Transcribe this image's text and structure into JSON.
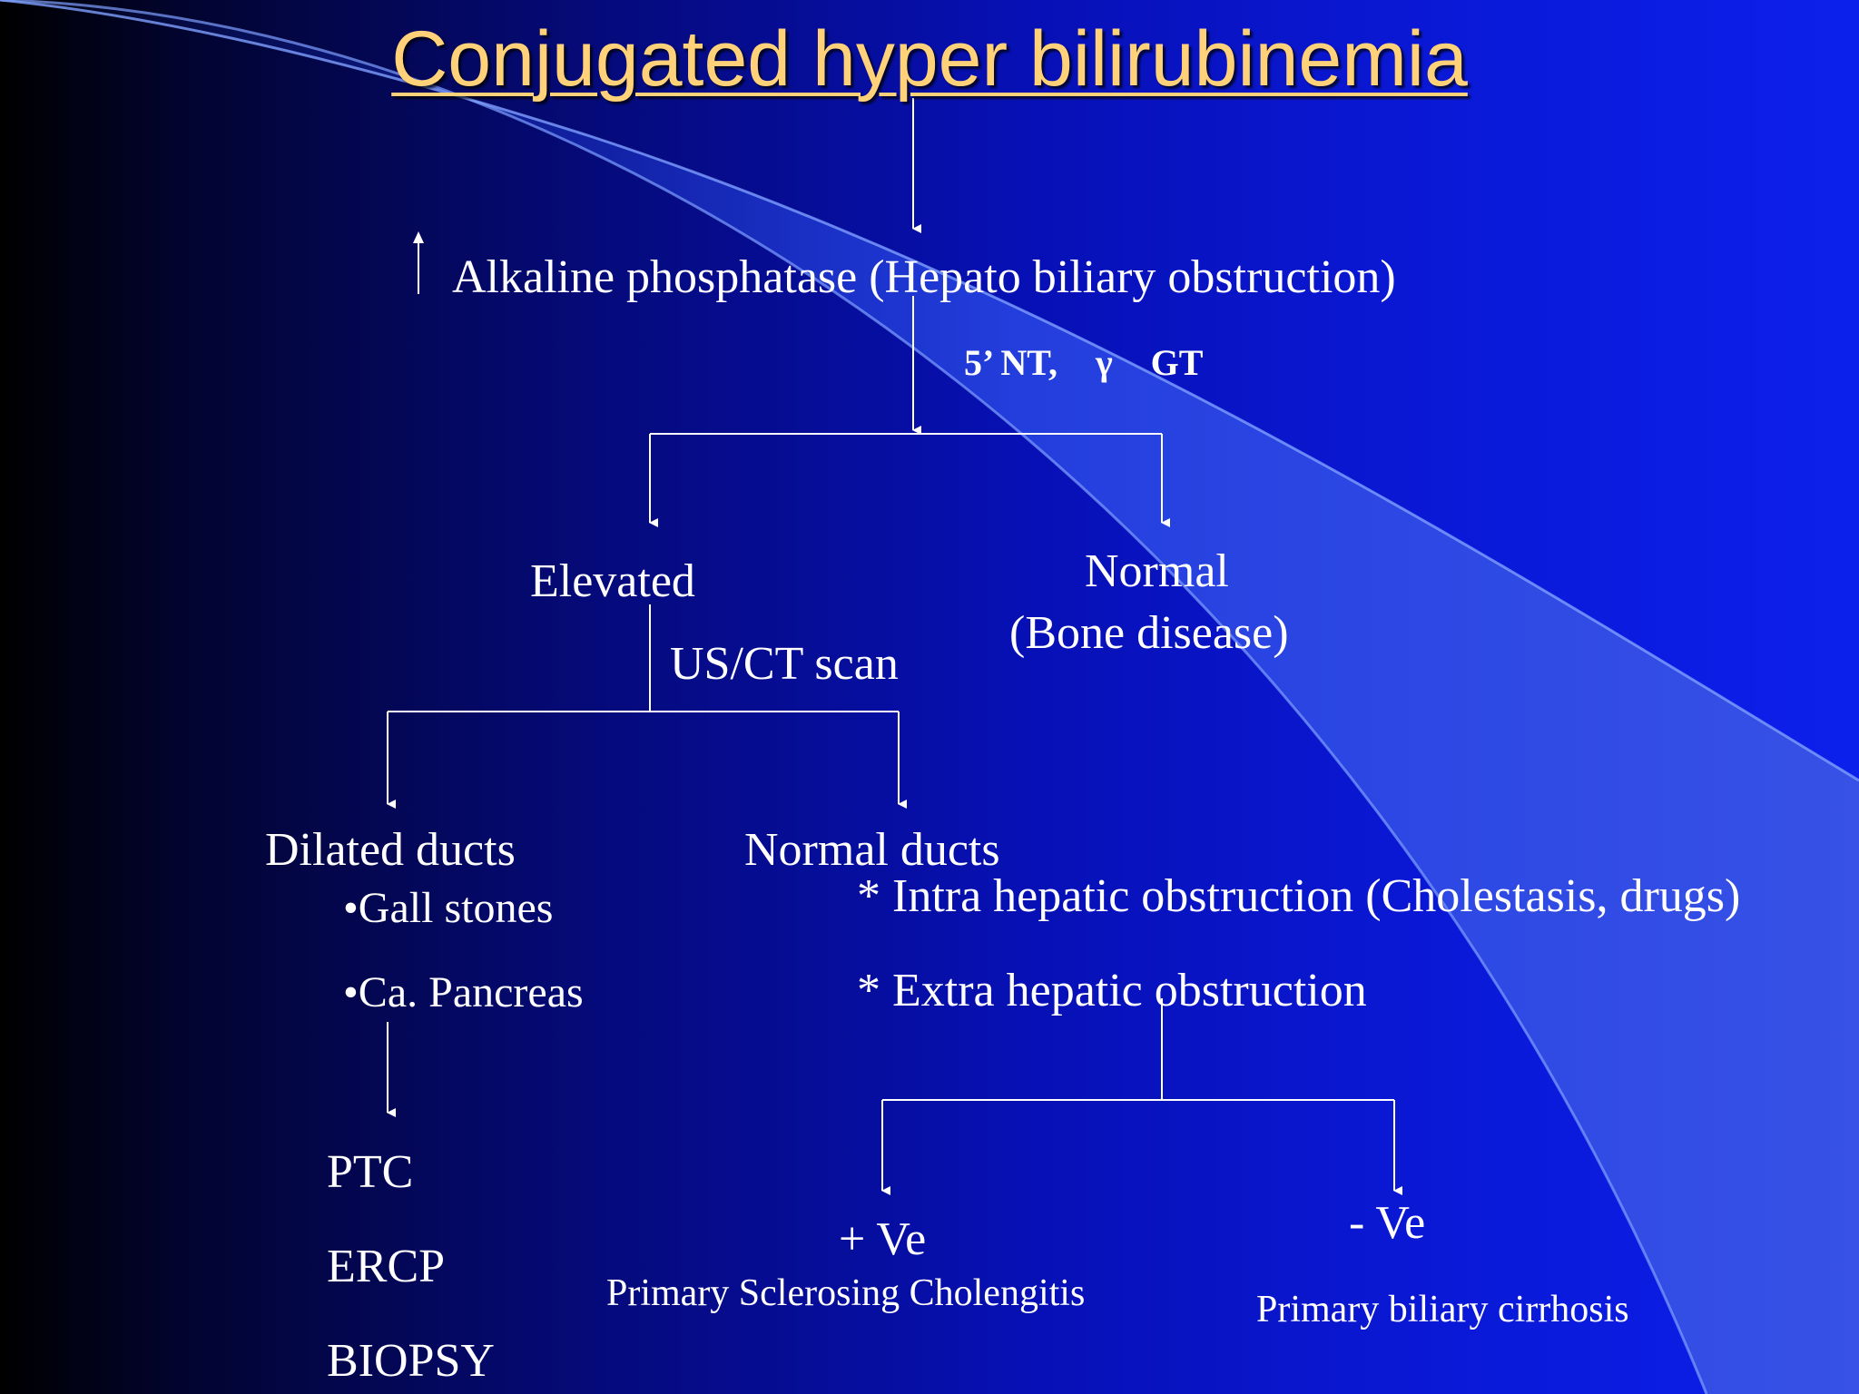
{
  "title": "Conjugated hyper bilirubinemia",
  "nodes": {
    "alk_phos": "Alkaline phosphatase  (Hepato biliary obstruction)",
    "enzymes_a": "5’ NT,",
    "enzymes_gamma": "γ",
    "enzymes_b": "GT",
    "elevated": "Elevated",
    "normal": "Normal",
    "bone_disease": "(Bone disease)",
    "us_ct": "US/CT scan",
    "dilated_ducts": "Dilated ducts",
    "gall_stones": "•Gall stones",
    "ca_pancreas": "•Ca. Pancreas",
    "normal_ducts": "Normal ducts",
    "intra_hepatic": "* Intra hepatic obstruction (Cholestasis, drugs)",
    "extra_hepatic": "* Extra hepatic obstruction",
    "ptc": "PTC",
    "ercp": "ERCP",
    "biopsy": "BIOPSY",
    "positive": "+ Ve",
    "psc": "Primary Sclerosing Cholengitis",
    "negative": "-  Ve",
    "pbc": "Primary biliary cirrhosis"
  },
  "colors": {
    "title": "#ffd27a",
    "text": "#ffffff",
    "background_left": "#000000",
    "background_right": "#0c20ec",
    "curve_band": "#5a8cff"
  }
}
